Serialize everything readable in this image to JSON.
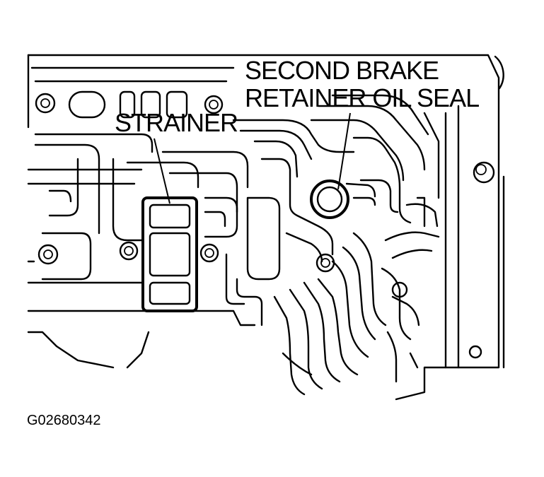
{
  "labels": {
    "strainer": "STRAINER",
    "seal_line1": "SECOND BRAKE",
    "seal_line2": "RETAINER OIL SEAL"
  },
  "figure_id": "G02680342"
}
